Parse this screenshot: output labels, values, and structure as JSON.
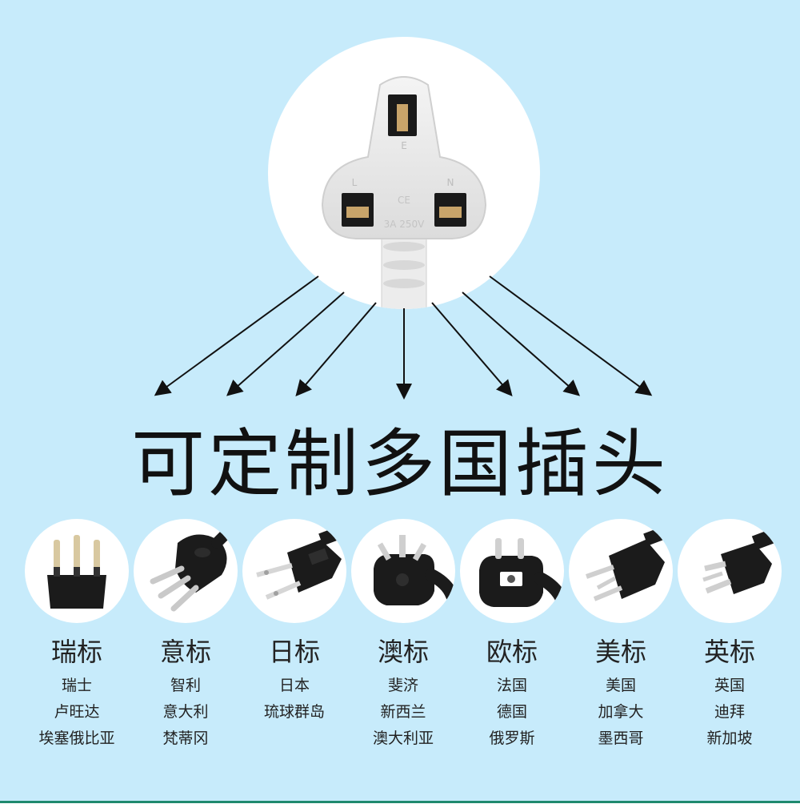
{
  "hero": {
    "pin_label_e": "E",
    "pin_label_l": "L",
    "pin_label_n": "N",
    "mark_ce": "CE",
    "rating": "3A 250V"
  },
  "headline": "可定制多国插头",
  "plugs": [
    {
      "label": "瑞标",
      "icon": "swiss-plug-icon",
      "countries": [
        "瑞士",
        "卢旺达",
        "埃塞俄比亚"
      ]
    },
    {
      "label": "意标",
      "icon": "italian-plug-icon",
      "countries": [
        "智利",
        "意大利",
        "梵蒂冈"
      ]
    },
    {
      "label": "日标",
      "icon": "japanese-plug-icon",
      "countries": [
        "日本",
        "琉球群岛"
      ]
    },
    {
      "label": "澳标",
      "icon": "australian-plug-icon",
      "countries": [
        "斐济",
        "新西兰",
        "澳大利亚"
      ]
    },
    {
      "label": "欧标",
      "icon": "european-plug-icon",
      "countries": [
        "法国",
        "德国",
        "俄罗斯"
      ]
    },
    {
      "label": "美标",
      "icon": "american-plug-icon",
      "countries": [
        "美国",
        "加拿大",
        "墨西哥"
      ]
    },
    {
      "label": "英标",
      "icon": "british-plug-icon",
      "countries": [
        "英国",
        "迪拜",
        "新加坡"
      ]
    }
  ],
  "colors": {
    "background": "#c7ebfb",
    "plug_black": "#1b1b1b",
    "pin_brass": "#c8a46a",
    "text": "#222222"
  }
}
